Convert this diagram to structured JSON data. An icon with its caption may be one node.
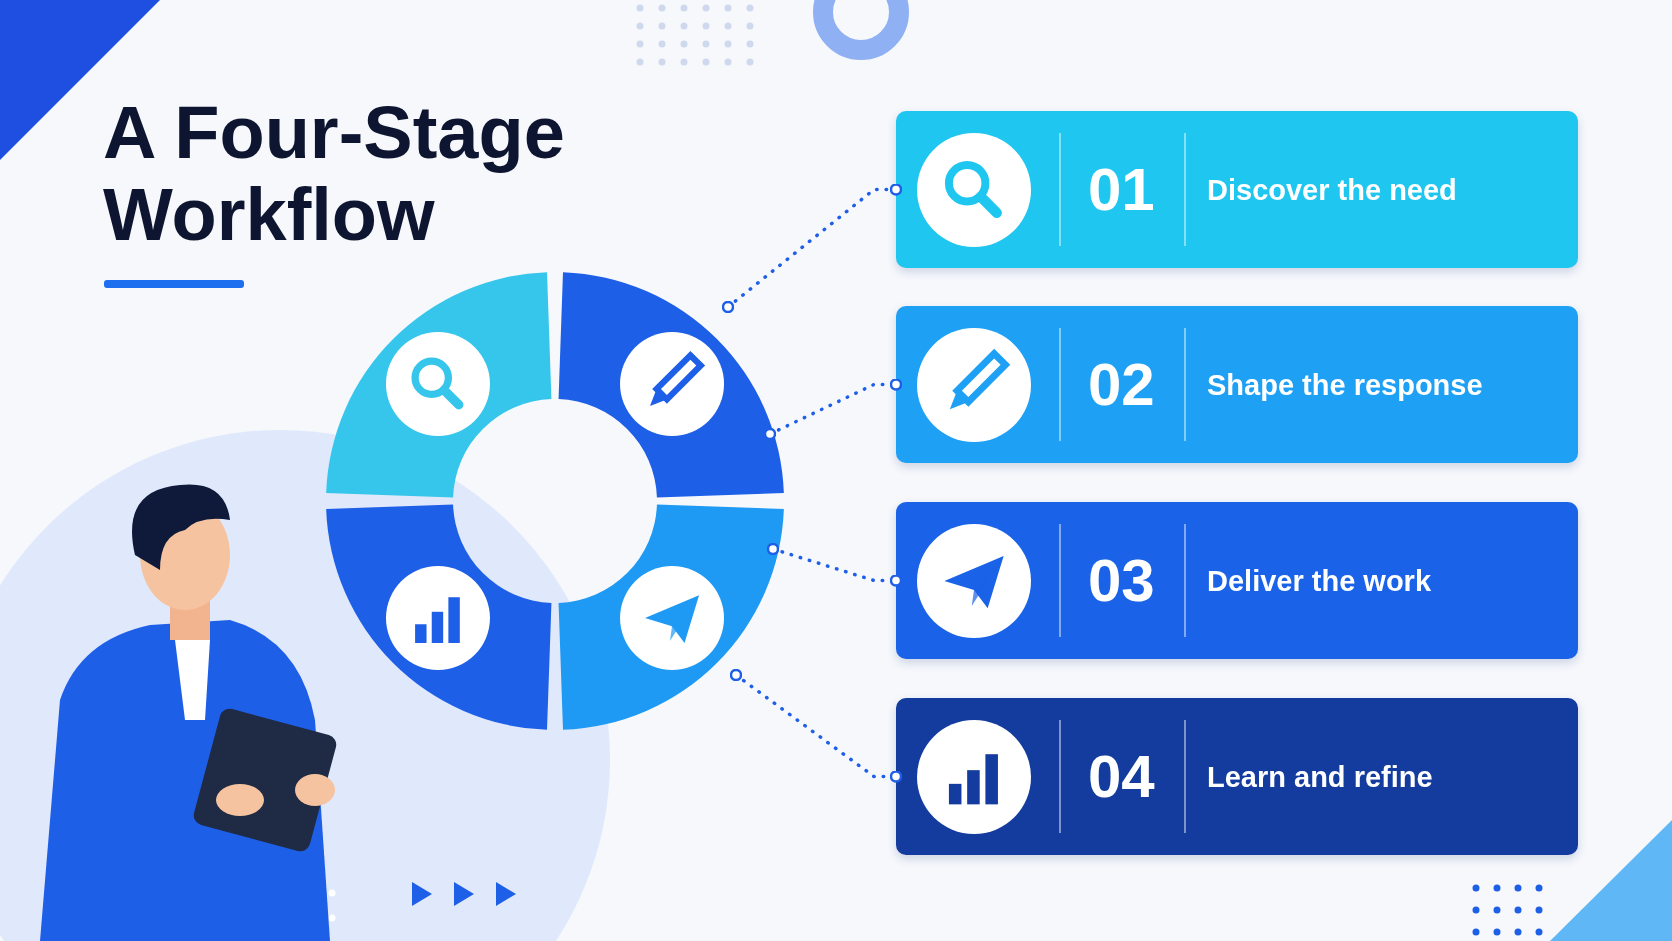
{
  "diagram": {
    "title": "A Four-Stage Workflow",
    "nodes": [
      {
        "text": [],
        "shape": "picture"
      },
      {
        "text": [
          "01",
          "Discover the need"
        ]
      },
      {
        "text": [
          "02",
          "Shape the response"
        ]
      },
      {
        "text": [
          "03",
          "Deliver the work"
        ]
      },
      {
        "text": [
          "04",
          "Learn and refine"
        ]
      }
    ],
    "edges": [
      {
        "from": 0,
        "to": 1,
        "arrow": "other",
        "style": "dashed"
      },
      {
        "from": 0,
        "to": 2,
        "arrow": "other",
        "style": "dashed"
      },
      {
        "from": 0,
        "to": 3,
        "arrow": "other",
        "style": "dashed"
      },
      {
        "from": 0,
        "to": 4,
        "arrow": "other",
        "style": "dashed"
      }
    ]
  }
}
